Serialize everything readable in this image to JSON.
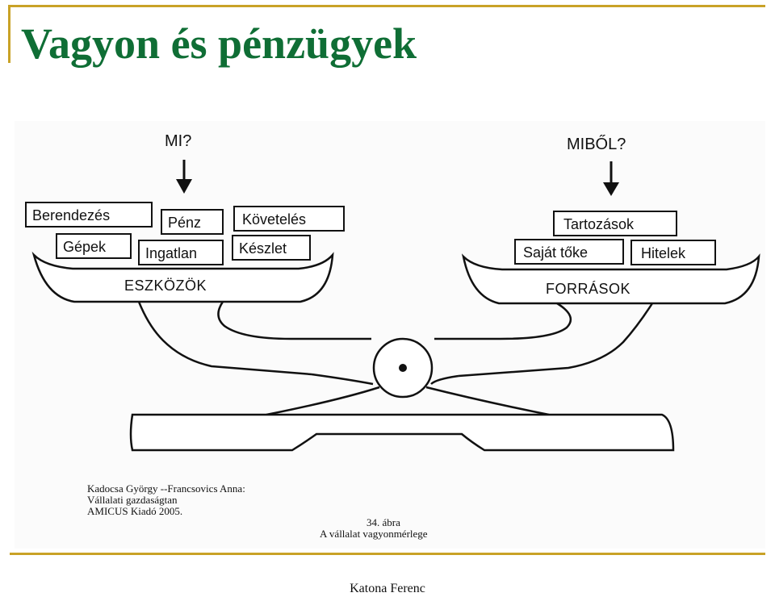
{
  "slide": {
    "title": "Vagyon és pénzügyek",
    "footer": "Katona Ferenc"
  },
  "colors": {
    "title": "#0f6e35",
    "frame": "#c9a227"
  },
  "diagram": {
    "left": {
      "question": "MI?",
      "pan_label": "ESZKÖZÖK",
      "items": [
        "Berendezés",
        "Pénz",
        "Követelés",
        "Gépek",
        "Ingatlan",
        "Készlet"
      ]
    },
    "right": {
      "question": "MIBŐL?",
      "pan_label": "FORRÁSOK",
      "items": [
        "Tartozások",
        "Saját tőke",
        "Hitelek"
      ]
    },
    "citation": {
      "line1": "Kadocsa György --Francsovics Anna:",
      "line2": "Vállalati gazdaságtan",
      "line3": "AMICUS Kiadó 2005."
    },
    "figure": {
      "number": "34. ábra",
      "caption": "A vállalat vagyonmérlege"
    }
  }
}
